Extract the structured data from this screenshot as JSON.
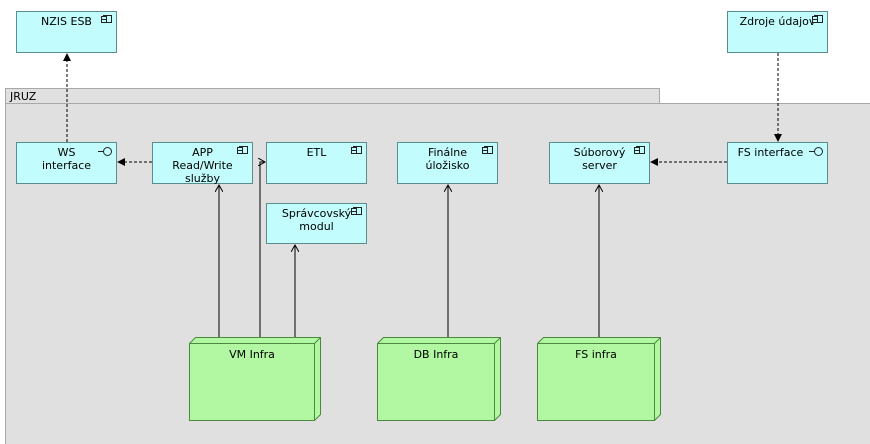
{
  "group": {
    "label": "JRUZ"
  },
  "components": {
    "nzis": "NZIS ESB",
    "zdroje": "Zdroje údajov",
    "ws_line1": "WS",
    "ws_line2": "interface",
    "app_line1": "APP",
    "app_line2": "Read/Write",
    "app_line3": "služby",
    "etl": "ETL",
    "spravcovsky_line1": "Správcovský",
    "spravcovsky_line2": "modul",
    "finalne_line1": "Finálne",
    "finalne_line2": "úložisko",
    "suborovy_line1": "Súborový",
    "suborovy_line2": "server",
    "fs_interface": "FS interface"
  },
  "nodes": {
    "vm": "VM Infra",
    "db": "DB Infra",
    "fs": "FS infra"
  },
  "colors": {
    "component_fill": "#c2fcfc",
    "node_fill": "#b2f8a2",
    "group_fill": "#e0e0e0"
  }
}
